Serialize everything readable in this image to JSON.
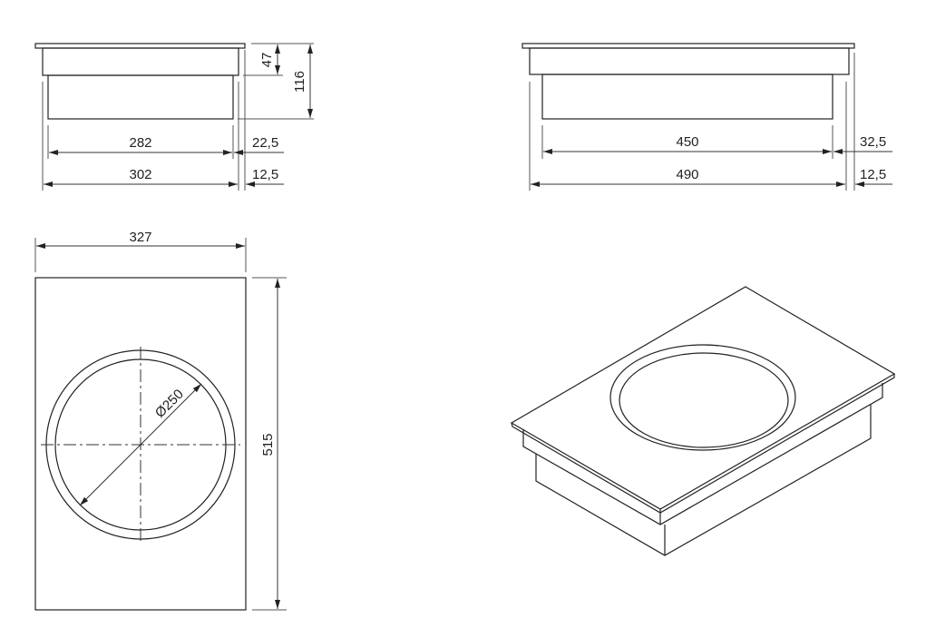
{
  "side_view_narrow": {
    "dims": {
      "inner_width": "282",
      "outer_width": "302",
      "offset_inner": "22,5",
      "offset_outer": "12,5",
      "upper_height": "47",
      "total_height": "116"
    }
  },
  "side_view_wide": {
    "dims": {
      "inner_width": "450",
      "outer_width": "490",
      "offset_inner": "32,5",
      "offset_outer": "12,5"
    }
  },
  "plan_view": {
    "dims": {
      "width": "327",
      "depth": "515",
      "diameter": "Ø250"
    }
  },
  "colors": {
    "line": "#222222",
    "background": "#ffffff"
  }
}
